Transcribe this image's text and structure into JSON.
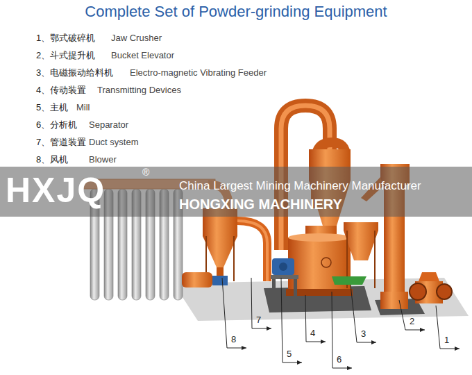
{
  "diagram": {
    "title": "Complete Set of Powder-grinding Equipment",
    "labels": [
      "1、鄂式破碎机",
      "Jaw Crusher",
      "2、斗式提升机",
      "Bucket Elevator",
      "3、电磁振动给料机",
      "Electro-magnetic Vibrating Feeder",
      "4、传动装置",
      "Transmitting Devices",
      "5、主机",
      "Mill",
      "6、分析机",
      "Separator",
      "7、管道装置",
      "Duct system",
      "8、风机",
      "Blower",
      "HXJQ",
      "®",
      "China Largest Mining Machinery Manufacturer",
      "HONGXING MACHINERY",
      "1",
      "2",
      "3",
      "4",
      "5",
      "6",
      "7",
      "8"
    ]
  }
}
